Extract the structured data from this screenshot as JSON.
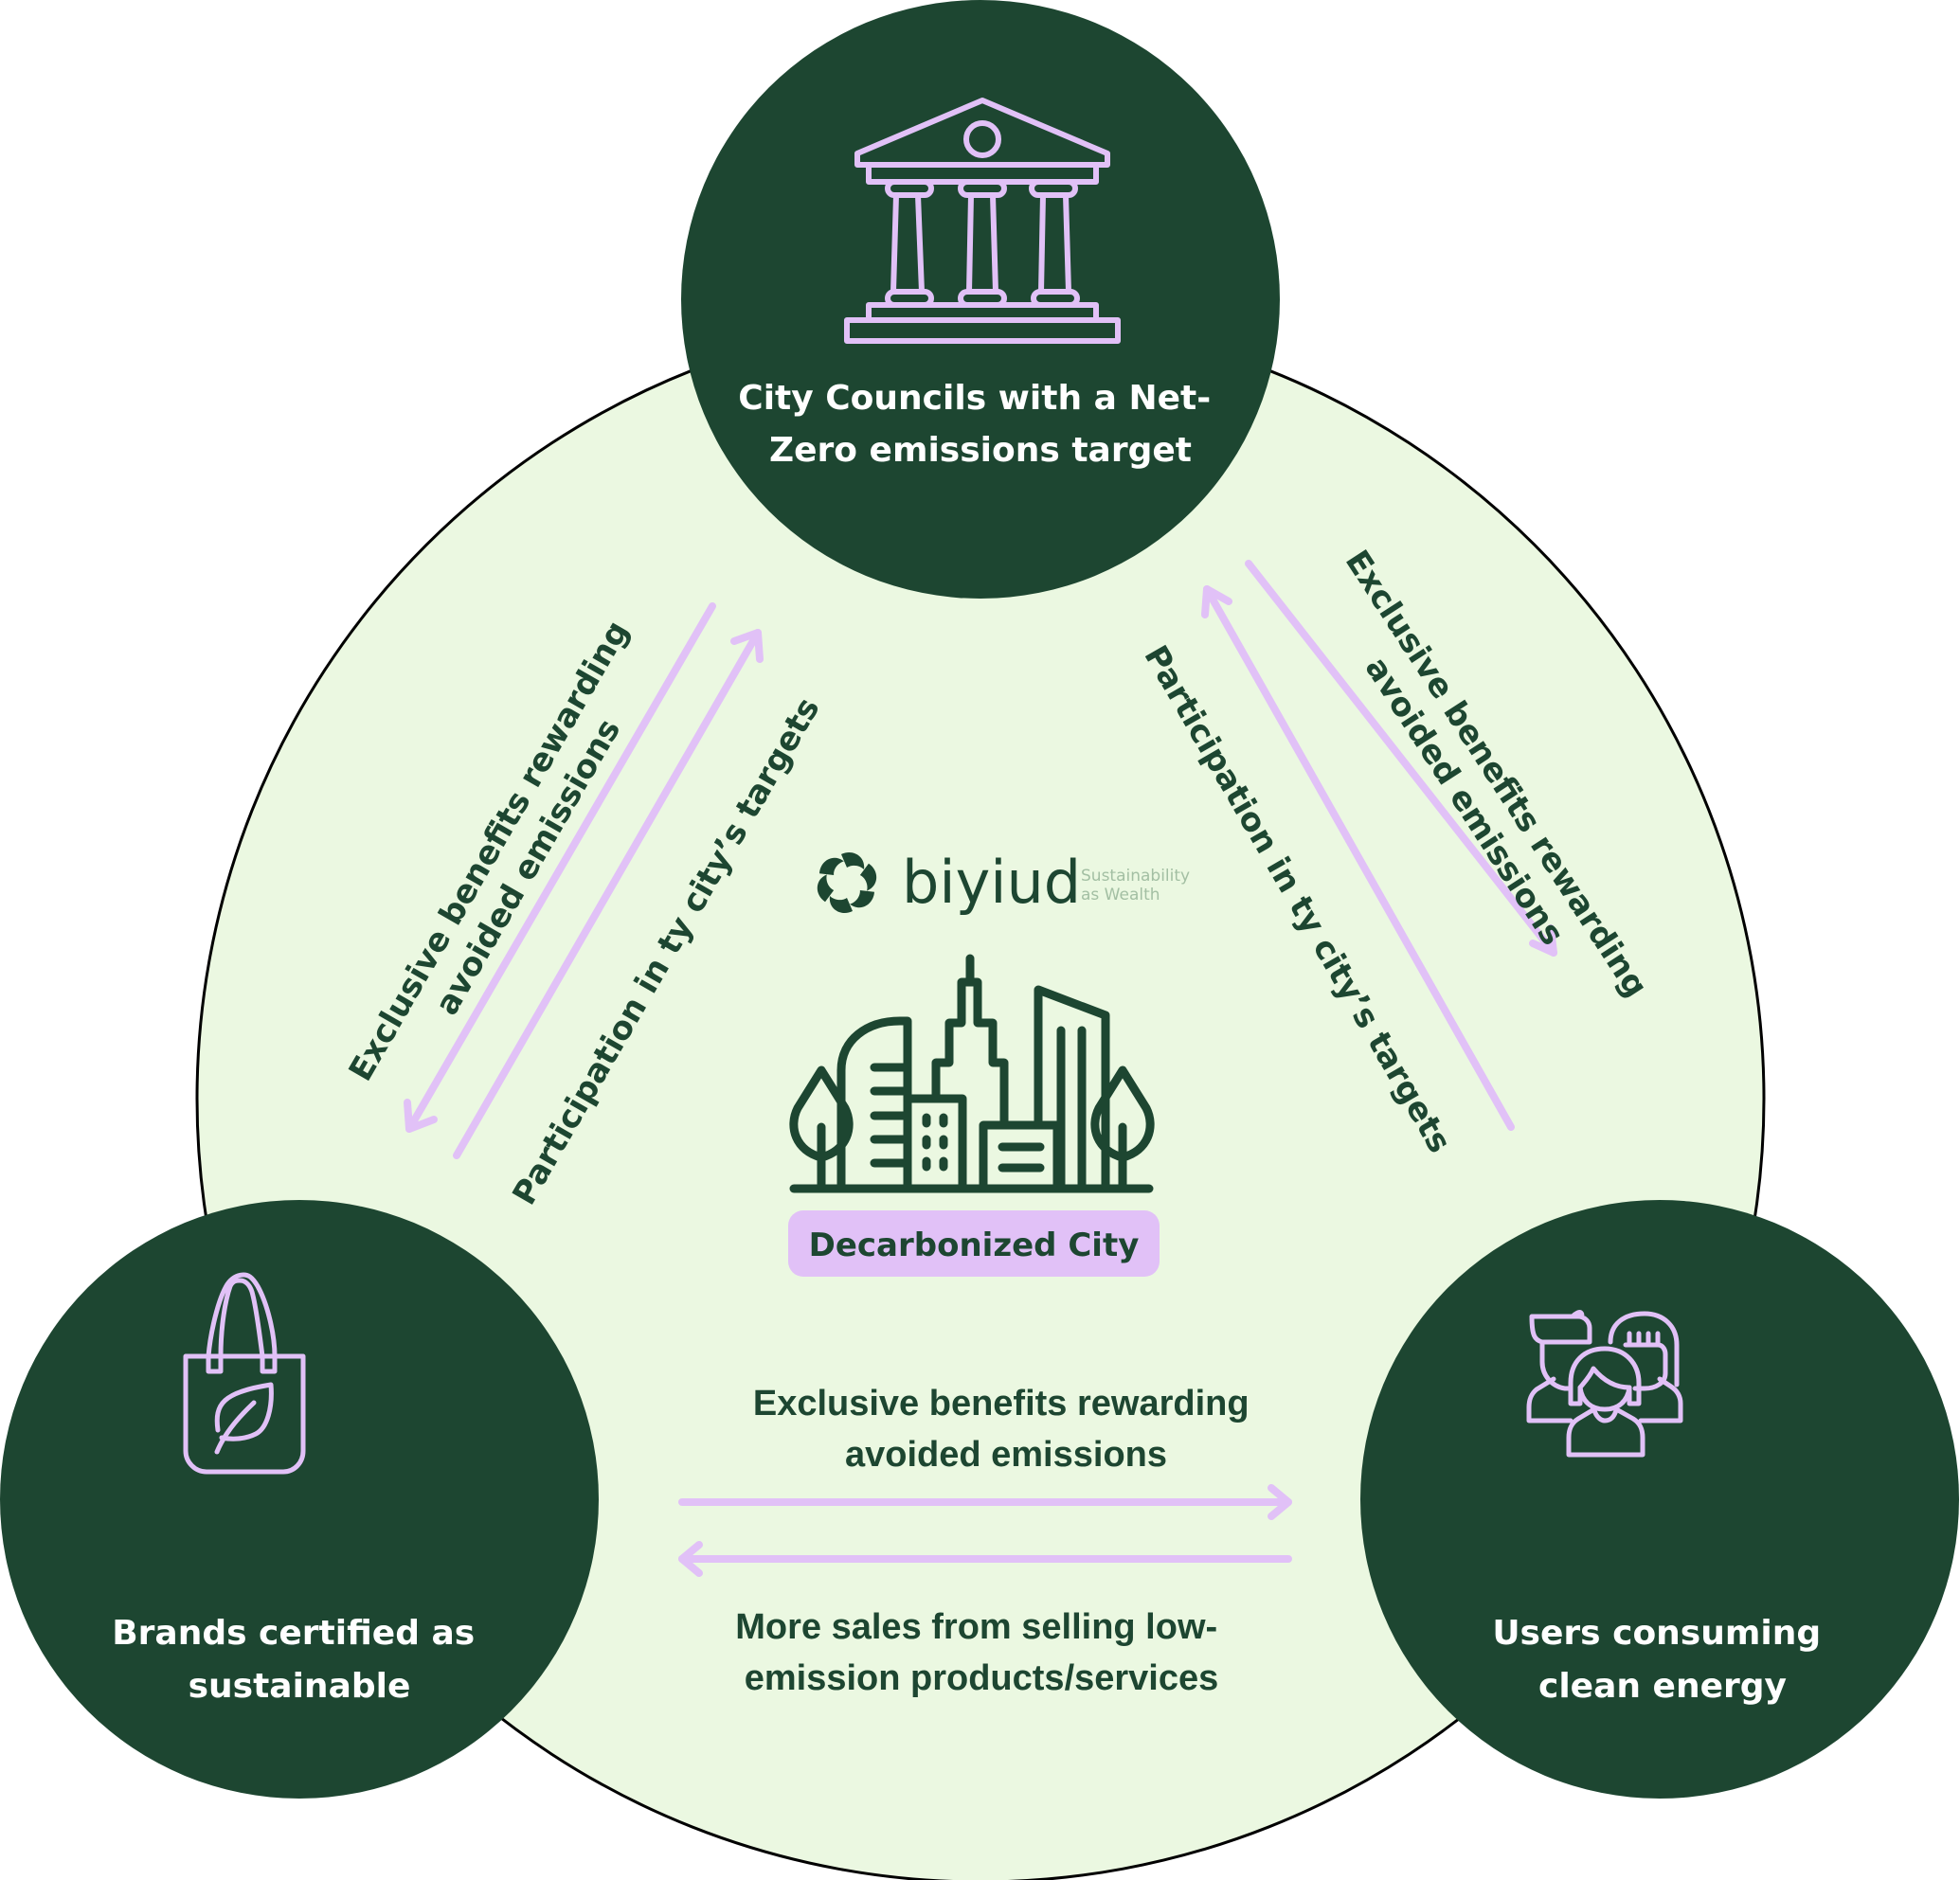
{
  "colors": {
    "dark_green": "#1d4631",
    "light_green": "#ebf8e1",
    "lavender": "#e1c1f7",
    "white": "#ffffff",
    "muted_green": "#a3bfa3"
  },
  "center": {
    "brand": {
      "name": "biyiud",
      "tagline_line1": "Sustainability",
      "tagline_line2": "as Wealth",
      "icon": "flower-swirl-logo-icon"
    },
    "city_icon": "city-skyline-icon",
    "badge_label": "Decarbonized City"
  },
  "nodes": {
    "top": {
      "icon": "government-building-icon",
      "title_line1": "City Councils with a Net-",
      "title_line2": "Zero emissions target"
    },
    "bottom_left": {
      "icon": "eco-shopping-bag-icon",
      "title_line1": "Brands certified as",
      "title_line2": "sustainable"
    },
    "bottom_right": {
      "icon": "users-group-icon",
      "title_line1": "Users consuming",
      "title_line2": "clean energy"
    }
  },
  "flows": {
    "left": {
      "to_brands_line1": "Exclusive benefits rewarding",
      "to_brands_line2": "avoided emissions",
      "to_council": "Participation in ty city’s targets"
    },
    "right": {
      "to_users_line1": "Exclusive benefits rewarding",
      "to_users_line2": "avoided emissions",
      "to_council": "Participation in ty city’s targets"
    },
    "bottom": {
      "to_users_line1": "Exclusive benefits rewarding",
      "to_users_line2": "avoided emissions",
      "to_brands_line1": "More sales from selling low-",
      "to_brands_line2": "emission products/services"
    }
  }
}
